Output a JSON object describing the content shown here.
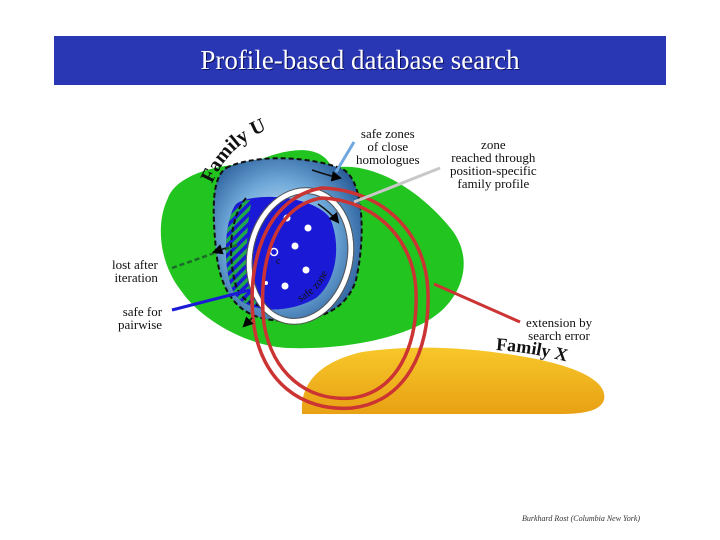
{
  "title": "Profile-based database search",
  "labels": {
    "family_u": "Family U",
    "family_x": "Family X",
    "safe_zone_ring": "safe zone",
    "safe_zones": [
      "safe zones",
      "of close",
      "homologues"
    ],
    "zone_reached": [
      "zone",
      "reached through",
      "position-specific",
      "family profile"
    ],
    "lost_after": [
      "lost after",
      "iteration"
    ],
    "safe_pairwise": [
      "safe for",
      "pairwise"
    ],
    "extension": [
      "extension by",
      "search error"
    ]
  },
  "credit": "Burkhard Rost (Columbia New York)",
  "colors": {
    "title_bar": "#2a37b5",
    "family_u": "#22c41f",
    "family_x": "#f2b519",
    "core": "#1a1ad6",
    "extension_ring": "#cc3333"
  }
}
